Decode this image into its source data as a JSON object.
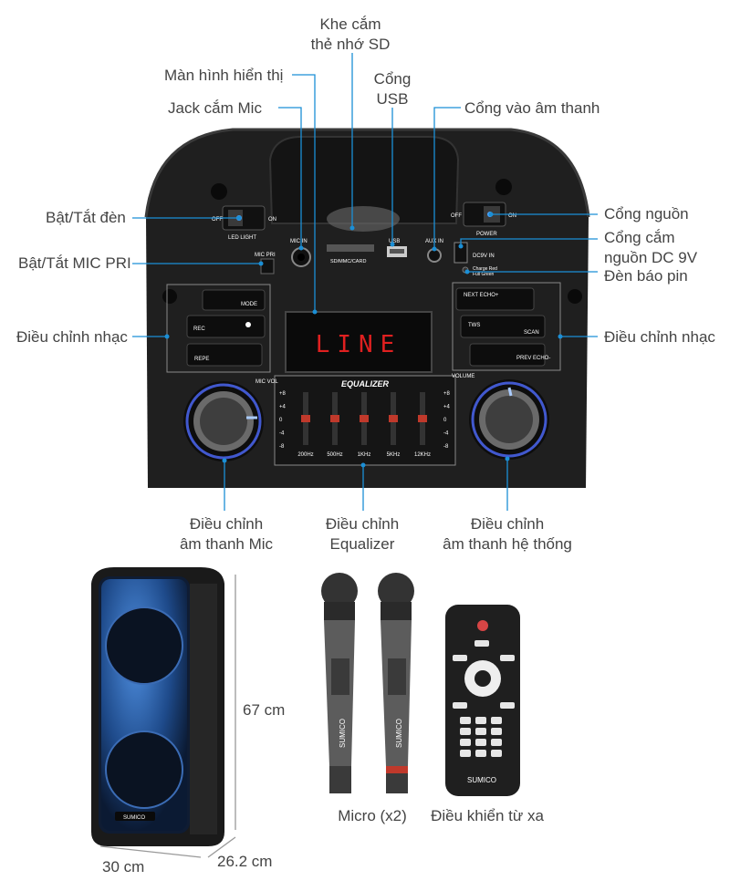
{
  "labels": {
    "sd_slot": [
      "Khe cắm",
      "thẻ nhớ SD"
    ],
    "display": "Màn hình hiển thị",
    "usb": [
      "Cổng",
      "USB"
    ],
    "mic_jack": "Jack cắm Mic",
    "aux_in": "Cổng vào âm thanh",
    "light_switch": "Bật/Tắt đèn",
    "power_port": "Cổng nguồn",
    "mic_pri_switch": "Bật/Tắt MIC PRI",
    "dc_port": [
      "Cổng cắm",
      "nguồn DC 9V"
    ],
    "battery_led": "Đèn báo pin",
    "music_left": "Điều chỉnh nhạc",
    "music_right": "Điều chỉnh nhạc",
    "mic_vol": [
      "Điều chỉnh",
      "âm thanh Mic"
    ],
    "equalizer": [
      "Điều chỉnh",
      "Equalizer"
    ],
    "sys_vol": [
      "Điều chỉnh",
      "âm thanh hệ thống"
    ],
    "micro": "Micro (x2)",
    "remote": "Điều khiển từ xa"
  },
  "dimensions": {
    "height": "67 cm",
    "width": "30 cm",
    "depth": "26.2 cm"
  },
  "panel": {
    "display_text": "LINE",
    "equalizer_title": "EQUALIZER",
    "eq_bands": [
      "200Hz",
      "500Hz",
      "1KHz",
      "5KHz",
      "12KHz"
    ],
    "eq_scale": [
      "+8",
      "+4",
      "0",
      "-4",
      "-8"
    ],
    "led_light": "LED LIGHT",
    "mic_in": "MIC IN",
    "sd_card": "SD/MMC/CARD",
    "usb": "USB",
    "aux_in": "AUX IN",
    "power": "POWER",
    "dc_in": "DC9V IN",
    "charge": "Charge Red",
    "full": "Full Green",
    "mic_pri": "MIC PRI",
    "on_off": "ON",
    "off": "OFF",
    "mic_vol": "MIC VOL",
    "volume": "VOLUME",
    "btn_mode": "MODE",
    "btn_rec": "REC",
    "btn_repe": "REPE",
    "btn_next": "NEXT ECHO+",
    "btn_tws": "TWS",
    "btn_scan": "SCAN",
    "btn_prev": "PREV ECHO-"
  },
  "brand": "SUMICO"
}
